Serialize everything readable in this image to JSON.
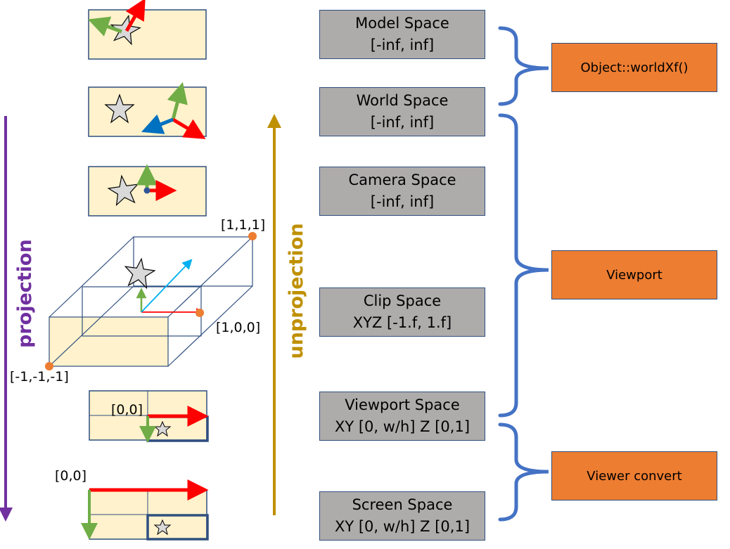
{
  "spaces": [
    {
      "name": "Model Space",
      "range": "[-inf, inf]"
    },
    {
      "name": "World Space",
      "range": "[-inf, inf]"
    },
    {
      "name": "Camera Space",
      "range": "[-inf, inf]"
    },
    {
      "name": "Clip Space",
      "range": "XYZ [-1.f, 1.f]"
    },
    {
      "name": "Viewport Space",
      "range": "XY [0, w/h] Z [0,1]"
    },
    {
      "name": "Screen Space",
      "range": "XY [0, w/h] Z [0,1]"
    }
  ],
  "transforms": {
    "object_world": "Object::worldXf()",
    "viewport": "Viewport",
    "viewer_convert": "Viewer convert"
  },
  "arrows": {
    "projection": "projection",
    "unprojection": "unprojection"
  },
  "clip_labels": {
    "corner_max": "[1,1,1]",
    "corner_x": "[1,0,0]",
    "corner_min": "[-1,-1,-1]"
  },
  "origin_labels": {
    "viewport": "[0,0]",
    "screen": "[0,0]"
  },
  "colors": {
    "panel_fill": "#fff2cc",
    "panel_border": "#2f4f7f",
    "space_box": "#aeabab",
    "transform_box": "#ed7d31",
    "bracket": "#4472c4",
    "projection_arrow": "#7030a0",
    "unprojection_arrow": "#bf9000",
    "axis_x": "#ff0000",
    "axis_y": "#70ad47",
    "axis_z": "#0070c0",
    "corner_dot": "#ed7d31"
  }
}
